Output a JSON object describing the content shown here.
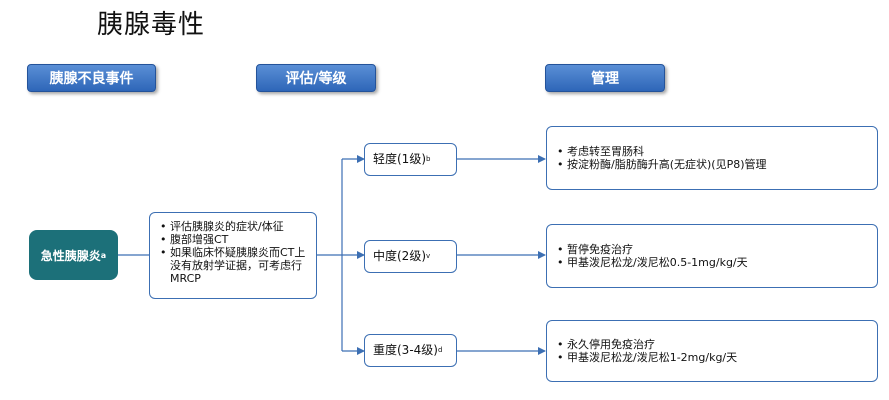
{
  "title": "胰腺毒性",
  "headers": {
    "col1": "胰腺不良事件",
    "col2": "评估/等级",
    "col3": "管理"
  },
  "condition": {
    "label": "急性胰腺炎",
    "sup": "a"
  },
  "assessment": {
    "items": [
      "评估胰腺炎的症状/体征",
      "腹部增强CT",
      "如果临床怀疑胰腺炎而CT上没有放射学证据，可考虑行MRCP"
    ]
  },
  "grades": [
    {
      "label": "轻度(1级)",
      "sup": "b"
    },
    {
      "label": "中度(2级)",
      "sup": "v"
    },
    {
      "label": "重度(3-4级)",
      "sup": "d"
    }
  ],
  "management": [
    {
      "items": [
        "考虑转至胃肠科",
        "按淀粉酶/脂肪酶升高(无症状)(见P8)管理"
      ]
    },
    {
      "items": [
        "暂停免疫治疗",
        "甲基泼尼松龙/泼尼松0.5-1mg/kg/天"
      ]
    },
    {
      "items": [
        "永久停用免疫治疗",
        "甲基泼尼松龙/泼尼松1-2mg/kg/天"
      ]
    }
  ],
  "colors": {
    "header_blue": "#2e66b8",
    "condition_teal": "#1c7079",
    "line_blue": "#3c6fb3"
  }
}
